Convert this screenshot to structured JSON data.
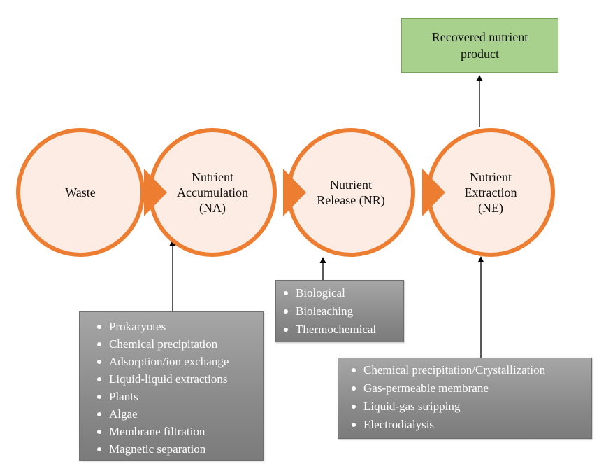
{
  "colors": {
    "ring": "#ed7d31",
    "circle_fill": "#fcece4",
    "product_fill": "#a9d18e",
    "list_box_fill": "#8a8a8a",
    "arrow": "#000000"
  },
  "stages": [
    {
      "id": "waste",
      "label": "Waste"
    },
    {
      "id": "na",
      "label": "Nutrient\nAccumulation\n(NA)"
    },
    {
      "id": "nr",
      "label": "Nutrient\nRelease (NR)"
    },
    {
      "id": "ne",
      "label": "Nutrient\nExtraction\n(NE)"
    }
  ],
  "product": {
    "label": "Recovered nutrient\nproduct"
  },
  "methods": {
    "na": [
      "Prokaryotes",
      "Chemical precipitation",
      "Adsorption/ion exchange",
      "Liquid-liquid extractions",
      "Plants",
      "Algae",
      "Membrane filtration",
      "Magnetic separation"
    ],
    "nr": [
      "Biological",
      "Bioleaching",
      "Thermochemical"
    ],
    "ne": [
      "Chemical precipitation/Crystallization",
      "Gas-permeable membrane",
      "Liquid-gas stripping",
      "Electrodialysis"
    ]
  }
}
